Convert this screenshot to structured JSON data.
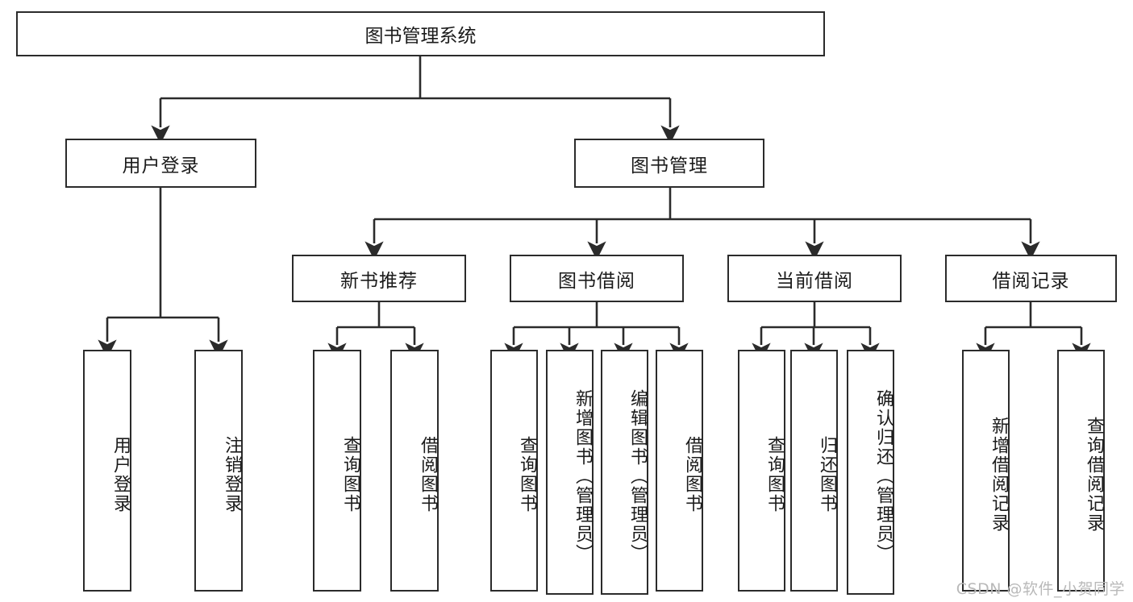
{
  "diagram": {
    "title": "图书管理系统",
    "root": {
      "label": "图书管理系统"
    },
    "level1": [
      {
        "label": "用户登录"
      },
      {
        "label": "图书管理"
      }
    ],
    "level2": [
      {
        "label": "新书推荐"
      },
      {
        "label": "图书借阅"
      },
      {
        "label": "当前借阅"
      },
      {
        "label": "借阅记录"
      }
    ],
    "leaves": {
      "user_login": [
        {
          "label": "用户登录"
        },
        {
          "label": "注销登录"
        }
      ],
      "new_book": [
        {
          "label": "查询图书"
        },
        {
          "label": "借阅图书"
        }
      ],
      "book_borrow": [
        {
          "label": "查询图书"
        },
        {
          "label": "新增图书（管理员）"
        },
        {
          "label": "编辑图书（管理员）"
        },
        {
          "label": "借阅图书"
        }
      ],
      "current_borrow": [
        {
          "label": "查询图书"
        },
        {
          "label": "归还图书"
        },
        {
          "label": "确认归还（管理员）"
        }
      ],
      "borrow_record": [
        {
          "label": "新增借阅记录"
        },
        {
          "label": "查询借阅记录"
        }
      ]
    }
  },
  "watermark": {
    "text": "CSDN @软件_小贺同学"
  },
  "colors": {
    "stroke": "#2b2b2b",
    "background": "#ffffff",
    "text": "#1b1b1b",
    "watermark": "#b9b9b9"
  }
}
